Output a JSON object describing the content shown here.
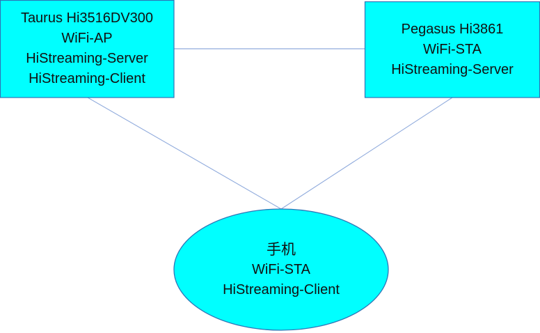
{
  "diagram": {
    "colors": {
      "node_fill": "#00FFFF",
      "node_stroke": "#2E75B6",
      "edge": "#8FAADC",
      "text": "#111111"
    },
    "nodes": [
      {
        "id": "taurus",
        "shape": "rectangle",
        "lines": [
          "Taurus Hi3516DV300",
          "WiFi-AP",
          "HiStreaming-Server",
          "HiStreaming-Client"
        ]
      },
      {
        "id": "pegasus",
        "shape": "rectangle",
        "lines": [
          "Pegasus Hi3861",
          "WiFi-STA",
          "HiStreaming-Server"
        ]
      },
      {
        "id": "phone",
        "shape": "ellipse",
        "lines": [
          "手机",
          "WiFi-STA",
          "HiStreaming-Client"
        ]
      }
    ],
    "edges": [
      {
        "from": "taurus",
        "to": "pegasus"
      },
      {
        "from": "taurus",
        "to": "phone"
      },
      {
        "from": "pegasus",
        "to": "phone"
      }
    ]
  }
}
